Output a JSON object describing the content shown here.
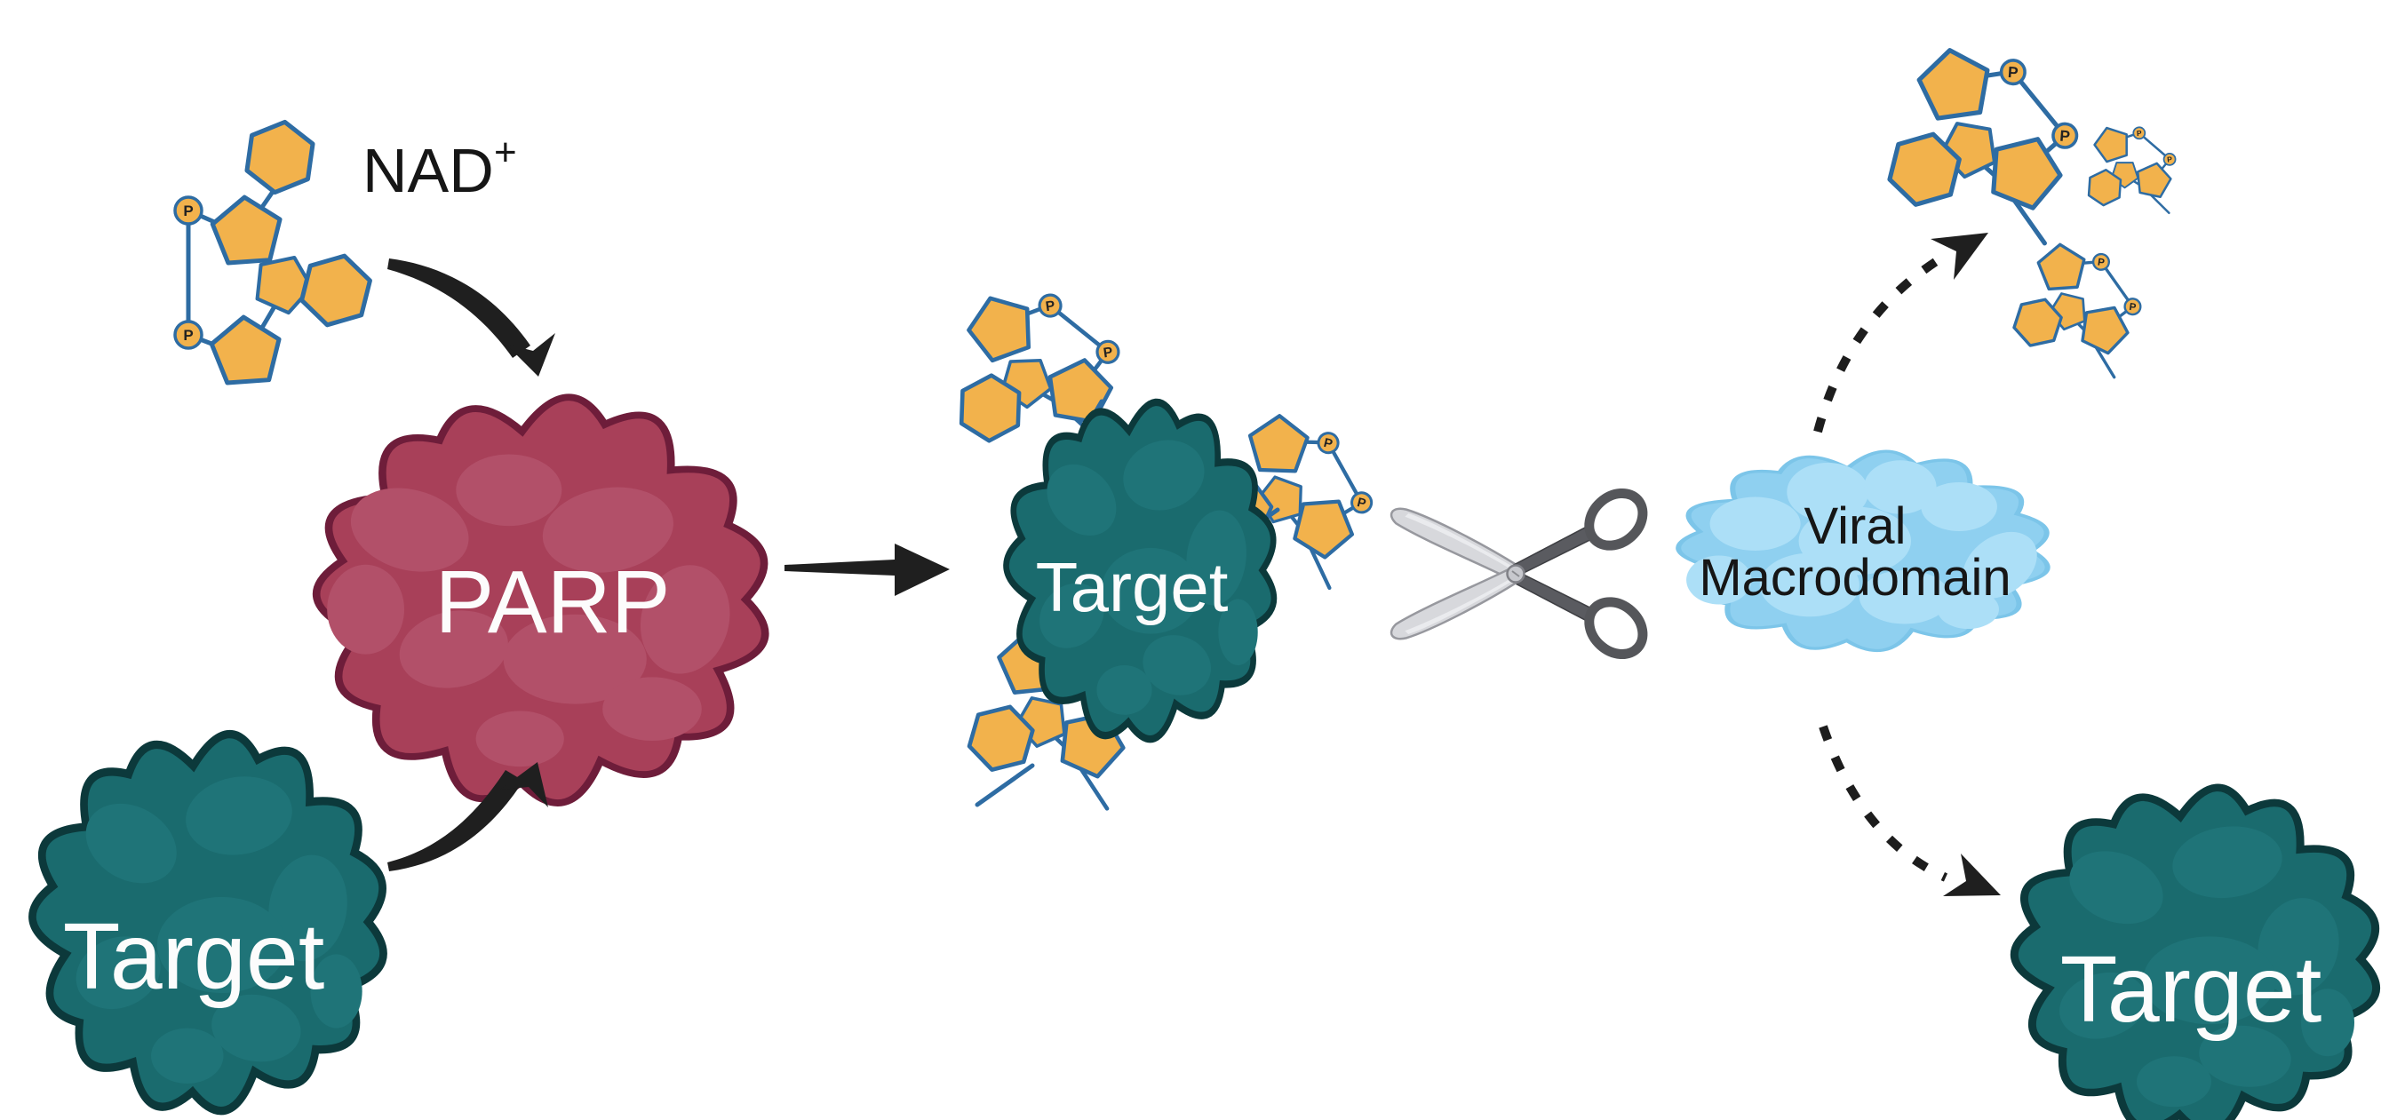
{
  "figure": {
    "nad_label": "NAD",
    "nad_superscript": "+",
    "parp_label": "PARP",
    "target_substrate_label": "Target",
    "target_modified_label": "Target",
    "target_released_label": "Target",
    "viral_macrodomain_line1": "Viral",
    "viral_macrodomain_line2": "Macrodomain",
    "phosphate_label": "P"
  },
  "icons": {
    "scissors": "open-scissors",
    "adp_ribose_unit": "orange-sugar-base-cluster",
    "solid_arrow": "black-curved-arrow",
    "dashed_arrow": "black-dashed-curved-arrow"
  },
  "colors": {
    "background": "#FFFFFF",
    "teal": "#1A6B6E",
    "teal_outline": "#0C393B",
    "teal_patch": "#1F7478",
    "rose": "#A84059",
    "rose_outline": "#6E1D3A",
    "rose_patch": "#B25069",
    "orange": "#F2B24C",
    "bond_blue": "#2E6CA3",
    "sky": "#8FD0F0",
    "sky_patch": "#ACDFF7",
    "sky_edge": "#7CC5E9",
    "ink": "#1D1D1D",
    "label_light": "#FCFCFC"
  }
}
